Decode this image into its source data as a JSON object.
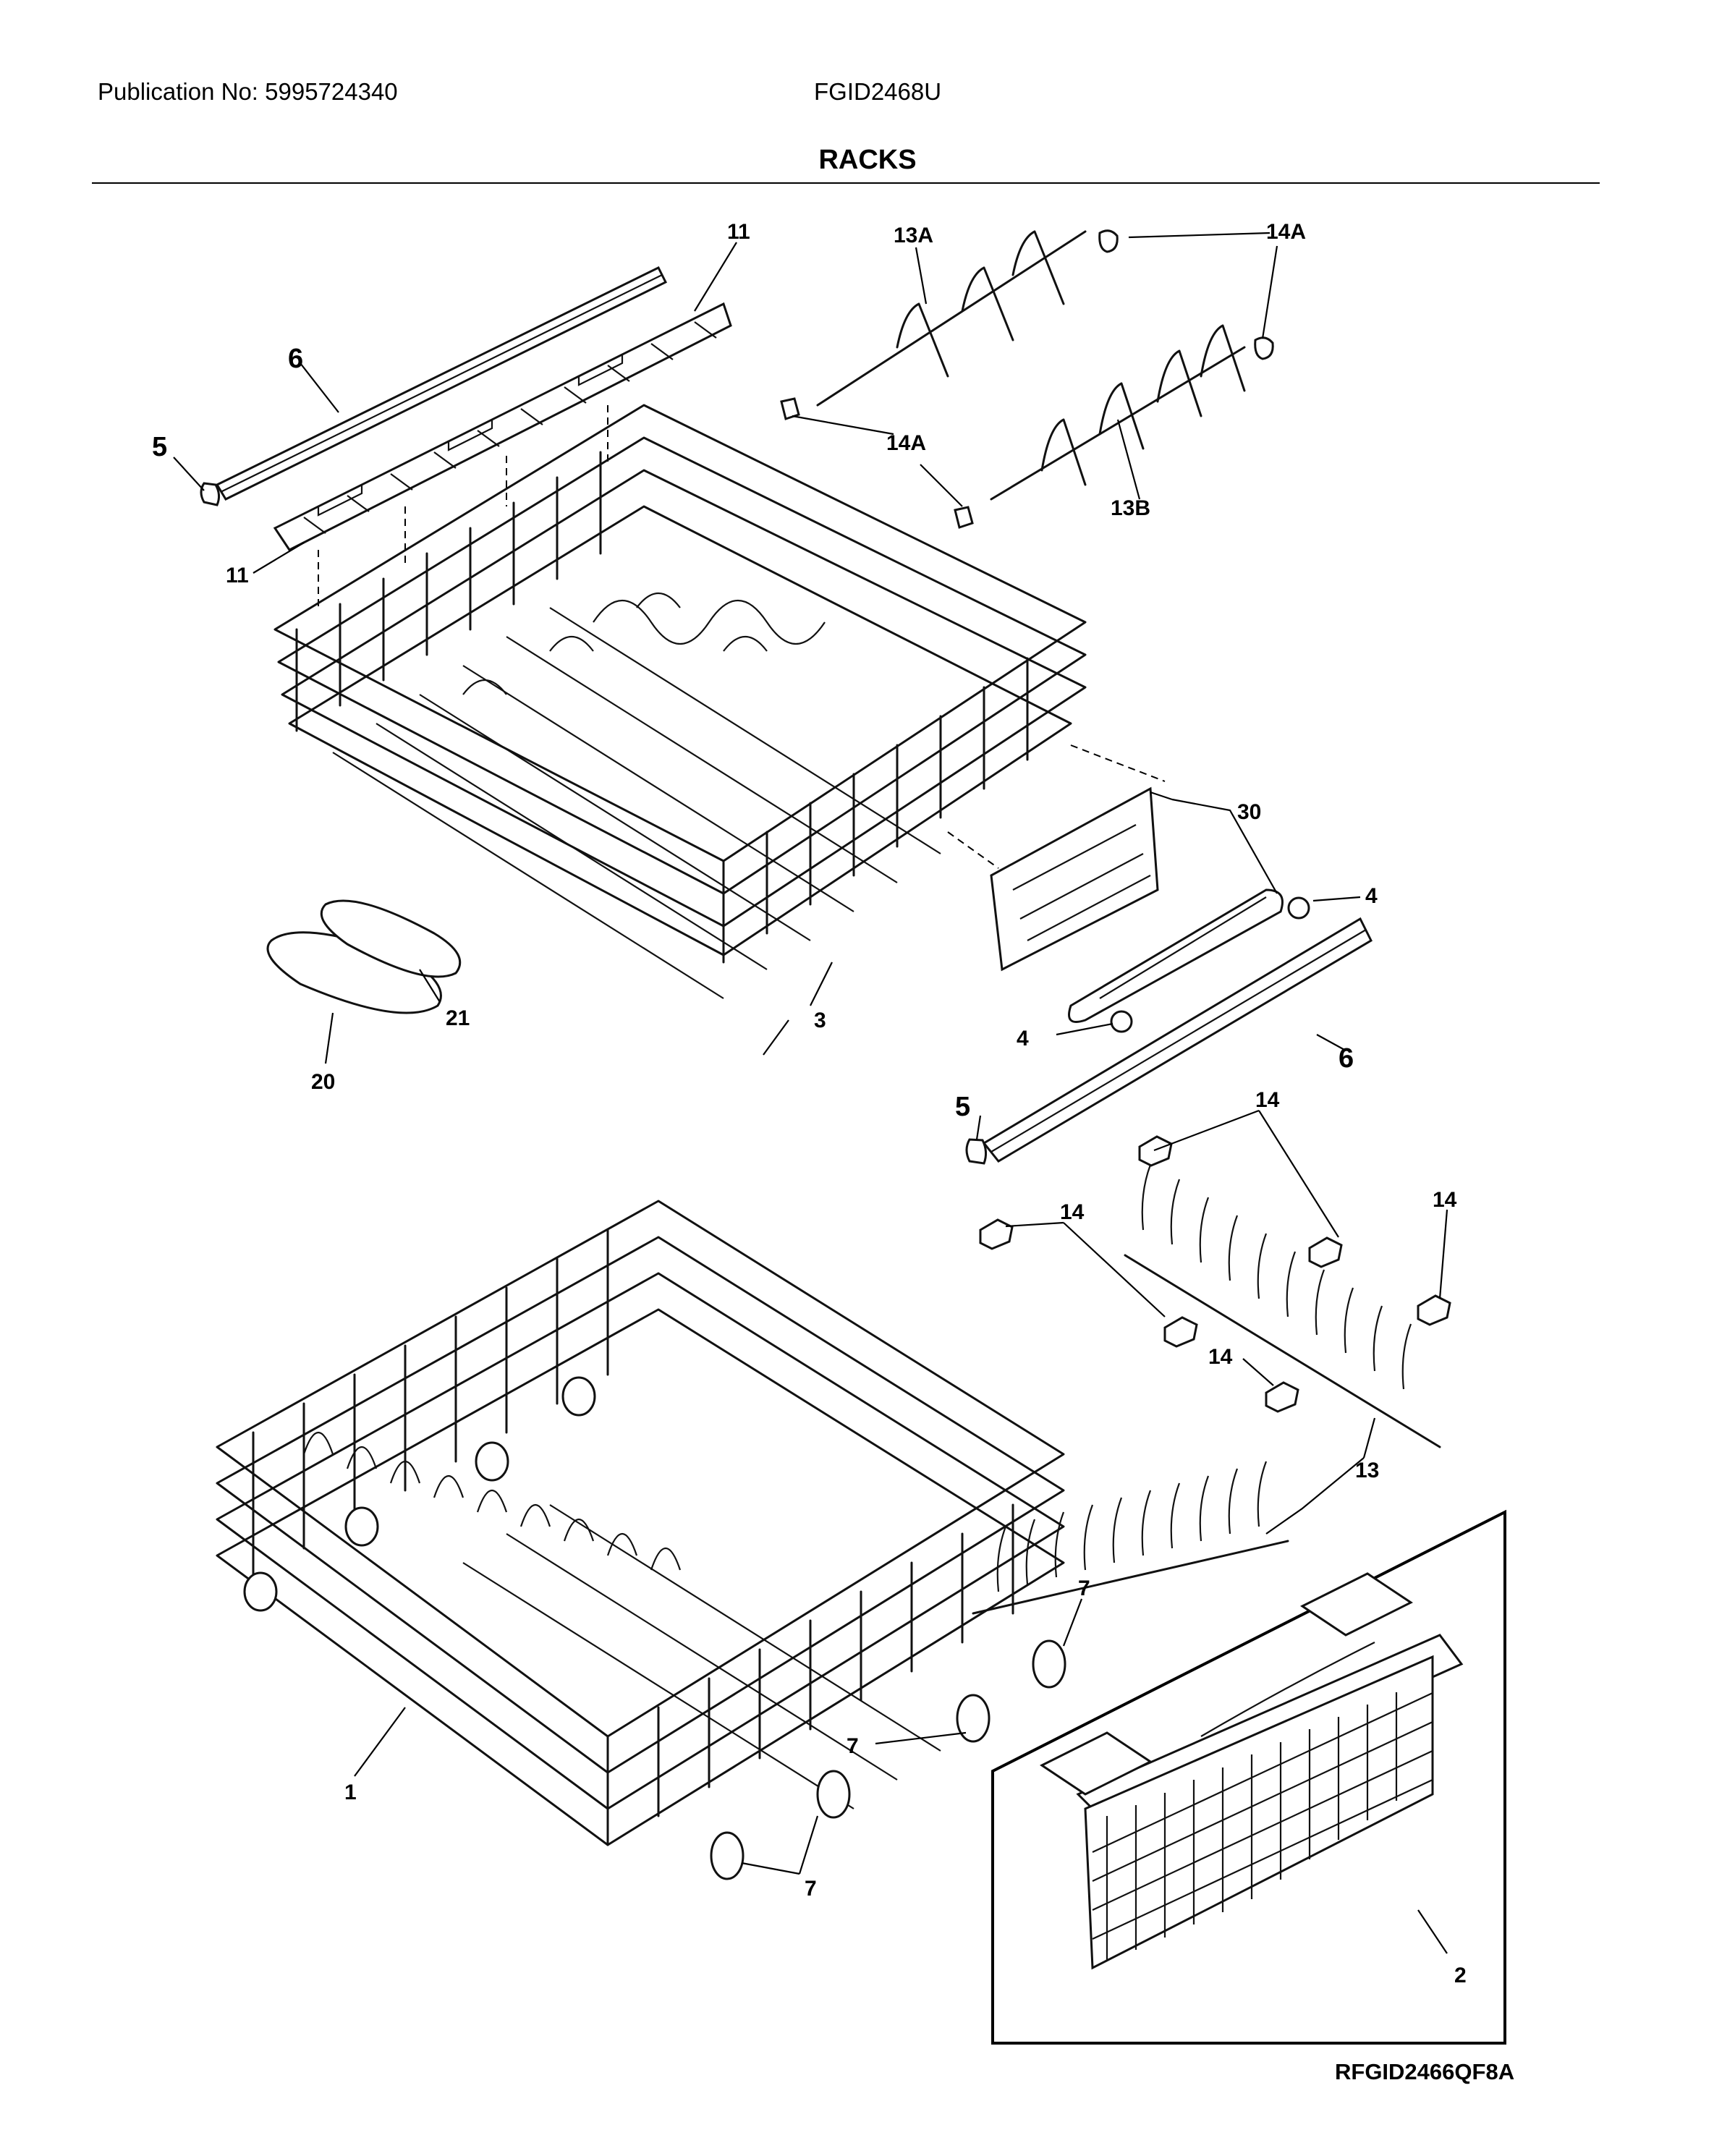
{
  "header": {
    "publication": "Publication No: 5995724340",
    "model": "FGID2468U",
    "title": "RACKS"
  },
  "footer": {
    "diagram_code": "RFGID2466QF8A"
  },
  "callouts": {
    "c11a": "11",
    "c11b": "11",
    "c6a": "6",
    "c6b": "6",
    "c5a": "5",
    "c5b": "5",
    "c13a": "13A",
    "c13b": "13B",
    "c14a_top": "14A",
    "c14a_mid": "14A",
    "c30": "30",
    "c4a": "4",
    "c4b": "4",
    "c3": "3",
    "c21": "21",
    "c20": "20",
    "c14_1": "14",
    "c14_2": "14",
    "c14_3": "14",
    "c14_4": "14",
    "c13": "13",
    "c7a": "7",
    "c7b": "7",
    "c7c": "7",
    "c1": "1",
    "c2": "2"
  }
}
